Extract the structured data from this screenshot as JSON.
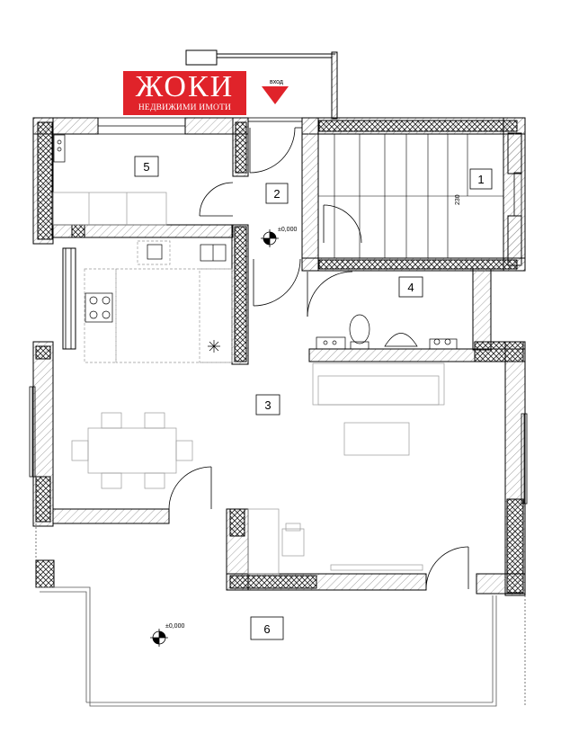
{
  "logo": {
    "name": "ЖОКИ",
    "tagline": "НЕДВИЖИМИ ИМОТИ"
  },
  "entrance_label": "вход",
  "level_label_1": "±0,000",
  "level_label_2": "±0,000",
  "stair_dimension": "230",
  "rooms": [
    {
      "number": "1"
    },
    {
      "number": "2"
    },
    {
      "number": "3"
    },
    {
      "number": "4"
    },
    {
      "number": "5"
    },
    {
      "number": "6"
    }
  ],
  "colors": {
    "logo_red": "#e0232a",
    "wall_line": "#000000",
    "furniture_line": "#999999",
    "hatch": "#8a8a8a",
    "entrance_arrow": "#e0232a"
  }
}
